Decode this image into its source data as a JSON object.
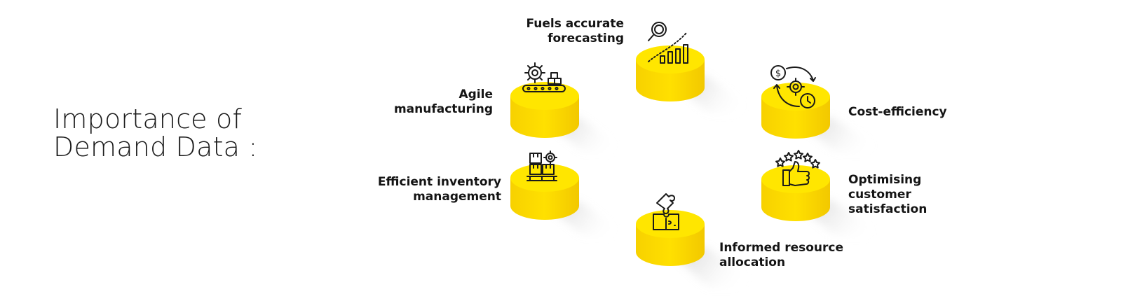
{
  "title": {
    "line1": "Importance of",
    "line2": "Demand Data :"
  },
  "items": [
    {
      "lines": [
        "Fuels accurate",
        "forecasting"
      ],
      "icon": "forecast-chart-icon"
    },
    {
      "lines": [
        "Agile",
        "manufacturing"
      ],
      "icon": "gear-conveyor-icon"
    },
    {
      "lines": [
        "Cost-efficiency"
      ],
      "icon": "dollar-gear-clock-icon"
    },
    {
      "lines": [
        "Efficient inventory",
        "management"
      ],
      "icon": "boxes-pallet-icon"
    },
    {
      "lines": [
        "Optimising",
        "customer",
        "satisfaction"
      ],
      "icon": "thumbs-up-stars-icon"
    },
    {
      "lines": [
        "Informed resource",
        "allocation"
      ],
      "icon": "puzzle-pieces-icon"
    }
  ],
  "colors": {
    "cylinder_top": "#FFE600",
    "cylinder_side": "#F5D200",
    "icon_stroke": "#1a1a1a",
    "text": "#141414",
    "shadow": "#9a9a9a"
  }
}
